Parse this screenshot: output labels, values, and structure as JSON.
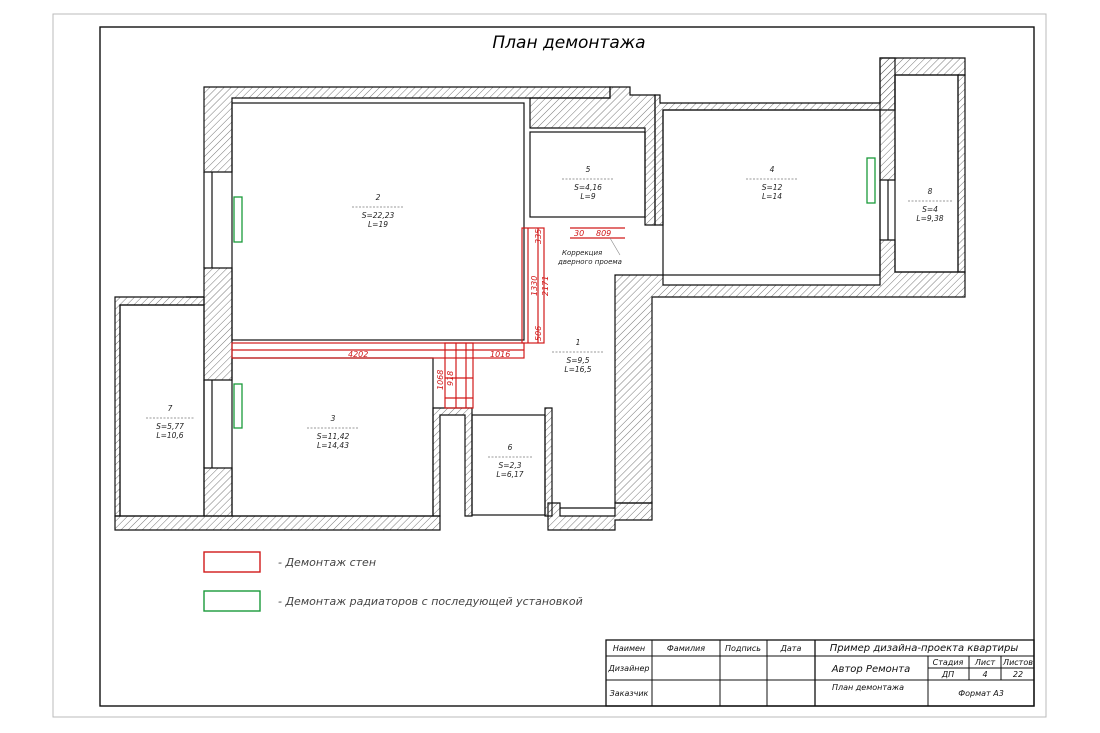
{
  "title": "План демонтажа",
  "rooms": [
    {
      "num": "1",
      "area": "S=9,5",
      "length": "L=16,5"
    },
    {
      "num": "2",
      "area": "S=22,23",
      "length": "L=19"
    },
    {
      "num": "3",
      "area": "S=11,42",
      "length": "L=14,43"
    },
    {
      "num": "4",
      "area": "S=12",
      "length": "L=14"
    },
    {
      "num": "5",
      "area": "S=4,16",
      "length": "L=9"
    },
    {
      "num": "6",
      "area": "S=2,3",
      "length": "L=6,17"
    },
    {
      "num": "7",
      "area": "S=5,77",
      "length": "L=10,6"
    },
    {
      "num": "8",
      "area": "S=4",
      "length": "L=9,38"
    }
  ],
  "dimensions": {
    "d4202": "4202",
    "d1016": "1016",
    "d335": "335",
    "d1330": "1330",
    "d2171": "2171",
    "d506": "506",
    "d30": "30",
    "d809": "809",
    "d1068": "1068",
    "d918": "918"
  },
  "annotation": {
    "line1": "Коррекция",
    "line2": "дверного проема"
  },
  "legend": [
    {
      "label": "- Демонтаж стен",
      "color": "#d11a1a"
    },
    {
      "label": "- Демонтаж радиаторов с последующей установкой",
      "color": "#1a9a3a"
    }
  ],
  "stamp": {
    "h_name": "Наимен",
    "h_surname": "Фамилия",
    "h_sign": "Подпись",
    "h_date": "Дата",
    "row_designer": "Дизайнер",
    "row_customer": "Заказчик",
    "project": "Пример дизайна-проекта квартиры",
    "author": "Автор Ремонта",
    "stage_h": "Стадия",
    "sheet_h": "Лист",
    "sheets_h": "Листов",
    "stage": "ДП",
    "sheet": "4",
    "sheets": "22",
    "drawing": "План демонтажа",
    "format": "Формат А3"
  },
  "colors": {
    "demolition": "#d11a1a",
    "radiator": "#1a9a3a",
    "wall": "#111111"
  }
}
